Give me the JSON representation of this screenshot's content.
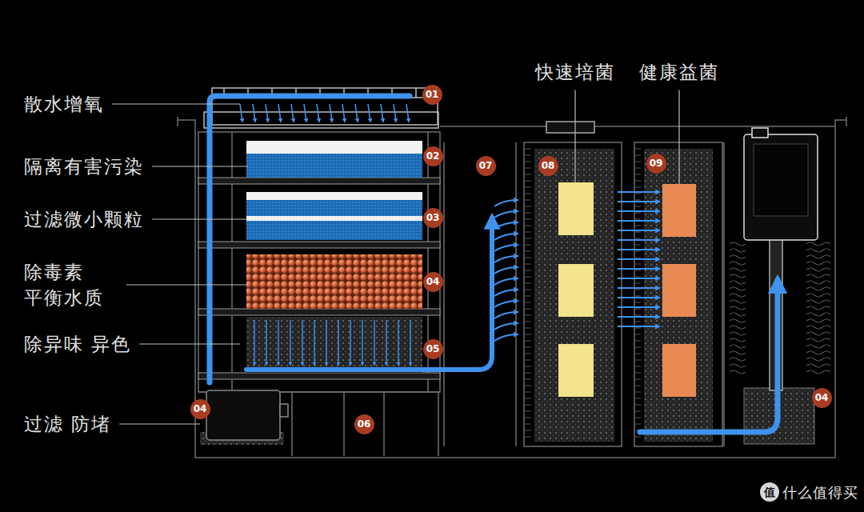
{
  "diagram": {
    "nodes": [
      {
        "text": [
          "01"
        ]
      },
      {
        "text": [
          "02"
        ]
      },
      {
        "text": [
          "07"
        ]
      },
      {
        "text": [
          "08"
        ]
      },
      {
        "text": [
          "09"
        ]
      },
      {
        "text": [
          "03"
        ]
      },
      {
        "text": [
          "04"
        ]
      },
      {
        "text": [
          "05"
        ]
      },
      {
        "text": [
          "04"
        ]
      },
      {
        "text": [
          "04"
        ]
      },
      {
        "text": [
          "06"
        ]
      },
      {
        "text": [
          "值"
        ]
      }
    ],
    "labels": [
      "散水增氧",
      "隔离有害污染",
      "过滤微小颗粒",
      "除毒素 平衡水质",
      "除异味 异色",
      "过滤 防堵",
      "快速培菌",
      "健康益菌",
      "什么值得买"
    ]
  }
}
